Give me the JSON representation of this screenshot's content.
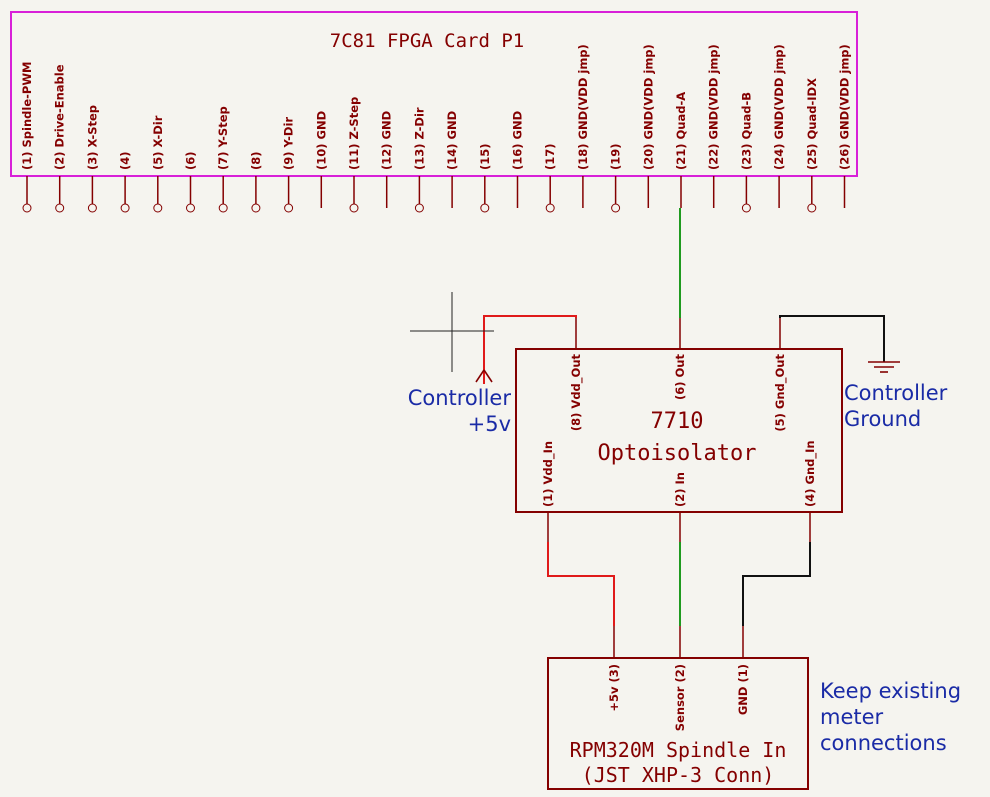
{
  "fpga": {
    "title": "7C81 FPGA Card P1",
    "pins": [
      {
        "label": "(1) Spindle-PWM",
        "circle": true
      },
      {
        "label": "(2) Drive-Enable",
        "circle": true
      },
      {
        "label": "(3) X-Step",
        "circle": true
      },
      {
        "label": "(4)",
        "circle": true
      },
      {
        "label": "(5) X-Dir",
        "circle": true
      },
      {
        "label": "(6)",
        "circle": true
      },
      {
        "label": "(7) Y-Step",
        "circle": true
      },
      {
        "label": "(8)",
        "circle": true
      },
      {
        "label": "(9) Y-Dir",
        "circle": true
      },
      {
        "label": "(10) GND",
        "circle": false
      },
      {
        "label": "(11) Z-Step",
        "circle": true
      },
      {
        "label": "(12) GND",
        "circle": false
      },
      {
        "label": "(13) Z-Dir",
        "circle": true
      },
      {
        "label": "(14) GND",
        "circle": false
      },
      {
        "label": "(15)",
        "circle": true
      },
      {
        "label": "(16) GND",
        "circle": false
      },
      {
        "label": "(17)",
        "circle": true
      },
      {
        "label": "(18) GND(VDD jmp)",
        "circle": false
      },
      {
        "label": "(19)",
        "circle": true
      },
      {
        "label": "(20) GND(VDD jmp)",
        "circle": false
      },
      {
        "label": "(21) Quad-A",
        "circle": false
      },
      {
        "label": "(22) GND(VDD jmp)",
        "circle": false
      },
      {
        "label": "(23) Quad-B",
        "circle": true
      },
      {
        "label": "(24) GND(VDD jmp)",
        "circle": false
      },
      {
        "label": "(25) Quad-IDX",
        "circle": true
      },
      {
        "label": "(26) GND(VDD jmp)",
        "circle": false
      }
    ]
  },
  "opto": {
    "name": "7710",
    "desc": "Optoisolator",
    "pins": {
      "vdd_out": "(8) Vdd_Out",
      "out": "(6) Out",
      "gnd_out": "(5) Gnd_Out",
      "vdd_in": "(1) Vdd_In",
      "in": "(2) In",
      "gnd_in": "(4) Gnd_In"
    }
  },
  "controller_5v": {
    "line1": "Controller",
    "line2": "+5v"
  },
  "controller_gnd": {
    "line1": "Controller",
    "line2": "Ground"
  },
  "rpm": {
    "line1": "RPM320M Spindle In",
    "line2": "(JST XHP-3 Conn)",
    "pins": {
      "p5v": "+5v (3)",
      "sensor": "Sensor (2)",
      "gnd": "GND (1)"
    }
  },
  "note": {
    "line1": "Keep existing",
    "line2": "meter",
    "line3": "connections"
  },
  "colors": {
    "component": "#840000",
    "fpga_border": "#d820d8",
    "note": "#1a2ba6",
    "wire_5v": "#e01a1a",
    "wire_signal": "#1f9a1f",
    "wire_gnd": "#111111"
  }
}
